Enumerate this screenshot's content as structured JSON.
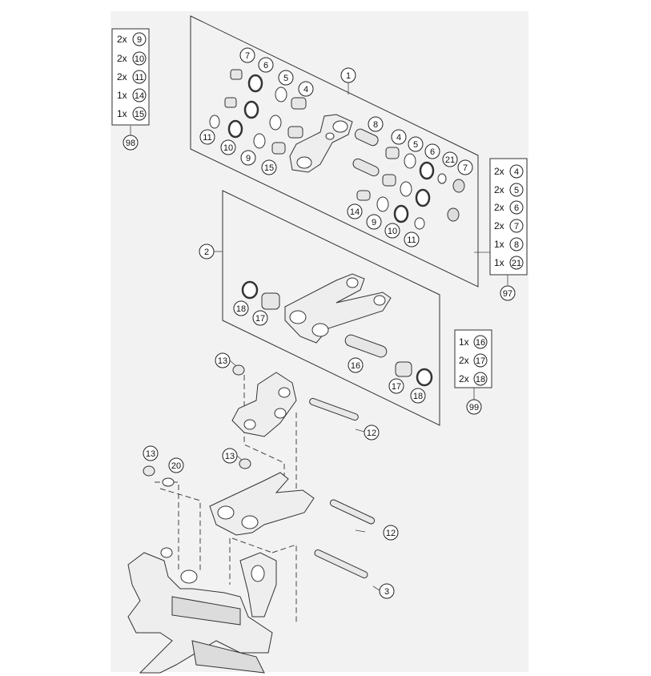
{
  "diagram": {
    "callouts": {
      "c1": "1",
      "c2": "2",
      "c3": "3",
      "c4a": "4",
      "c4b": "4",
      "c5a": "5",
      "c5b": "5",
      "c6a": "6",
      "c6b": "6",
      "c7a": "7",
      "c7b": "7",
      "c8": "8",
      "c9a": "9",
      "c9b": "9",
      "c10a": "10",
      "c10b": "10",
      "c11a": "11",
      "c11b": "11",
      "c12a": "12",
      "c12b": "12",
      "c13a": "13",
      "c13b": "13",
      "c13c": "13",
      "c14": "14",
      "c15": "15",
      "c16": "16",
      "c17a": "17",
      "c17b": "17",
      "c18a": "18",
      "c18b": "18",
      "c20": "20",
      "c21": "21"
    },
    "kits": {
      "k98": {
        "id": "98",
        "rows": [
          {
            "qty": "2x",
            "part": "9"
          },
          {
            "qty": "2x",
            "part": "10"
          },
          {
            "qty": "2x",
            "part": "11"
          },
          {
            "qty": "1x",
            "part": "14"
          },
          {
            "qty": "1x",
            "part": "15"
          }
        ]
      },
      "k97": {
        "id": "97",
        "rows": [
          {
            "qty": "2x",
            "part": "4"
          },
          {
            "qty": "2x",
            "part": "5"
          },
          {
            "qty": "2x",
            "part": "6"
          },
          {
            "qty": "2x",
            "part": "7"
          },
          {
            "qty": "1x",
            "part": "8"
          },
          {
            "qty": "1x",
            "part": "21"
          }
        ]
      },
      "k99": {
        "id": "99",
        "rows": [
          {
            "qty": "1x",
            "part": "16"
          },
          {
            "qty": "2x",
            "part": "17"
          },
          {
            "qty": "2x",
            "part": "18"
          }
        ]
      }
    },
    "colors": {
      "background": "#f2f2f2",
      "line": "#333333",
      "part_fill": "#e6e6e6"
    }
  }
}
